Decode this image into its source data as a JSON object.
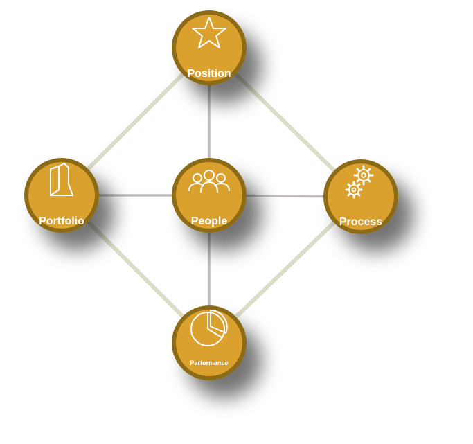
{
  "colors": {
    "node_fill": "#DBA12D",
    "node_ring": "#8C6A17",
    "outer_edge": "#DCDCC8",
    "inner_edge": "#C2BCBC",
    "icon_stroke": "#FFFFFF"
  },
  "nodes": [
    {
      "id": "position",
      "label": "Position",
      "icon": "star-icon"
    },
    {
      "id": "portfolio",
      "label": "Portfolio",
      "icon": "folder-icon"
    },
    {
      "id": "people",
      "label": "People",
      "icon": "people-icon"
    },
    {
      "id": "process",
      "label": "Process",
      "icon": "gears-icon"
    },
    {
      "id": "performance",
      "label": "Performance",
      "icon": "pie-chart-icon"
    }
  ],
  "edges": [
    {
      "from": "position",
      "to": "portfolio",
      "style": "outer"
    },
    {
      "from": "position",
      "to": "process",
      "style": "outer"
    },
    {
      "from": "portfolio",
      "to": "performance",
      "style": "outer"
    },
    {
      "from": "process",
      "to": "performance",
      "style": "outer"
    },
    {
      "from": "position",
      "to": "people",
      "style": "inner"
    },
    {
      "from": "portfolio",
      "to": "people",
      "style": "inner"
    },
    {
      "from": "people",
      "to": "process",
      "style": "inner"
    },
    {
      "from": "people",
      "to": "performance",
      "style": "inner"
    }
  ]
}
